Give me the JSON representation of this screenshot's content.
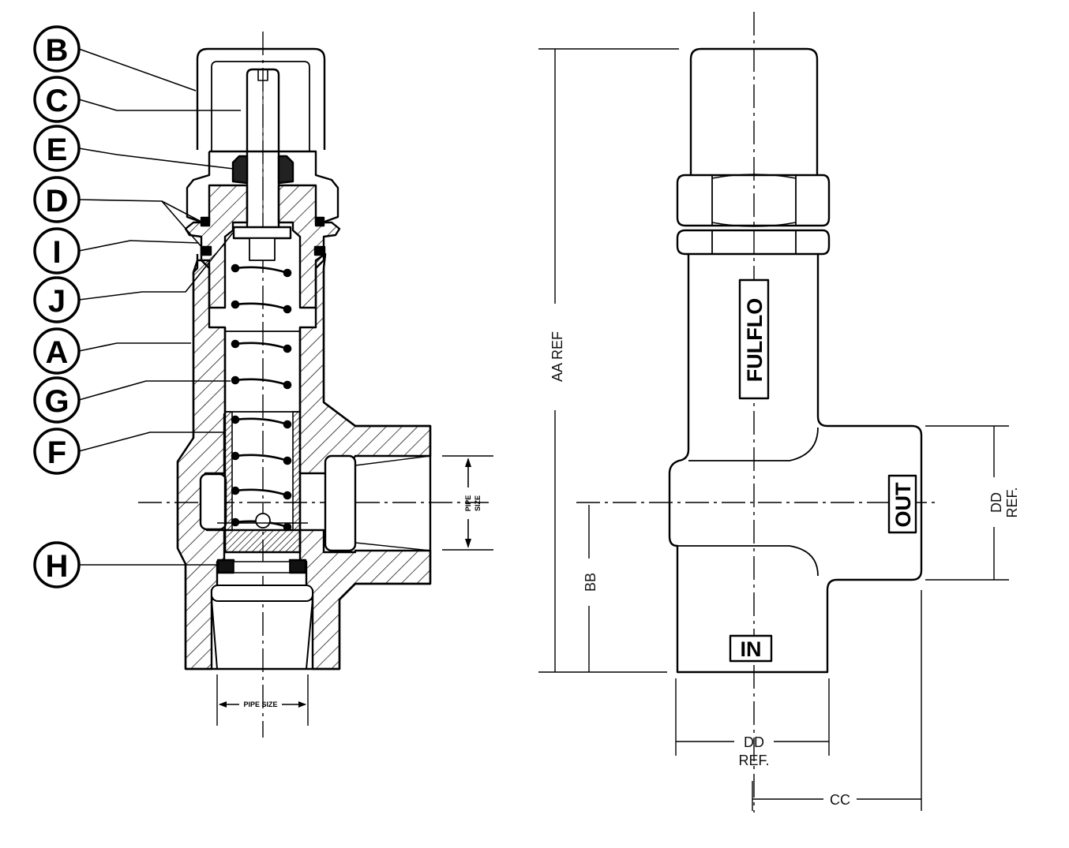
{
  "callouts": [
    "B",
    "C",
    "E",
    "D",
    "I",
    "J",
    "A",
    "G",
    "F",
    "H"
  ],
  "section_view": {
    "pipe_size_bottom": "PIPE SIZE",
    "pipe_size_side_line1": "PIPE",
    "pipe_size_side_line2": "SIZE"
  },
  "outline_view": {
    "brand": "FULFLO",
    "outlet_label": "OUT",
    "inlet_label": "IN",
    "dim_aa": "AA REF",
    "dim_bb": "BB",
    "dim_cc": "CC",
    "dim_dd_bottom_line1": "DD",
    "dim_dd_bottom_line2": "REF.",
    "dim_dd_side_line1": "DD",
    "dim_dd_side_line2": "REF."
  }
}
